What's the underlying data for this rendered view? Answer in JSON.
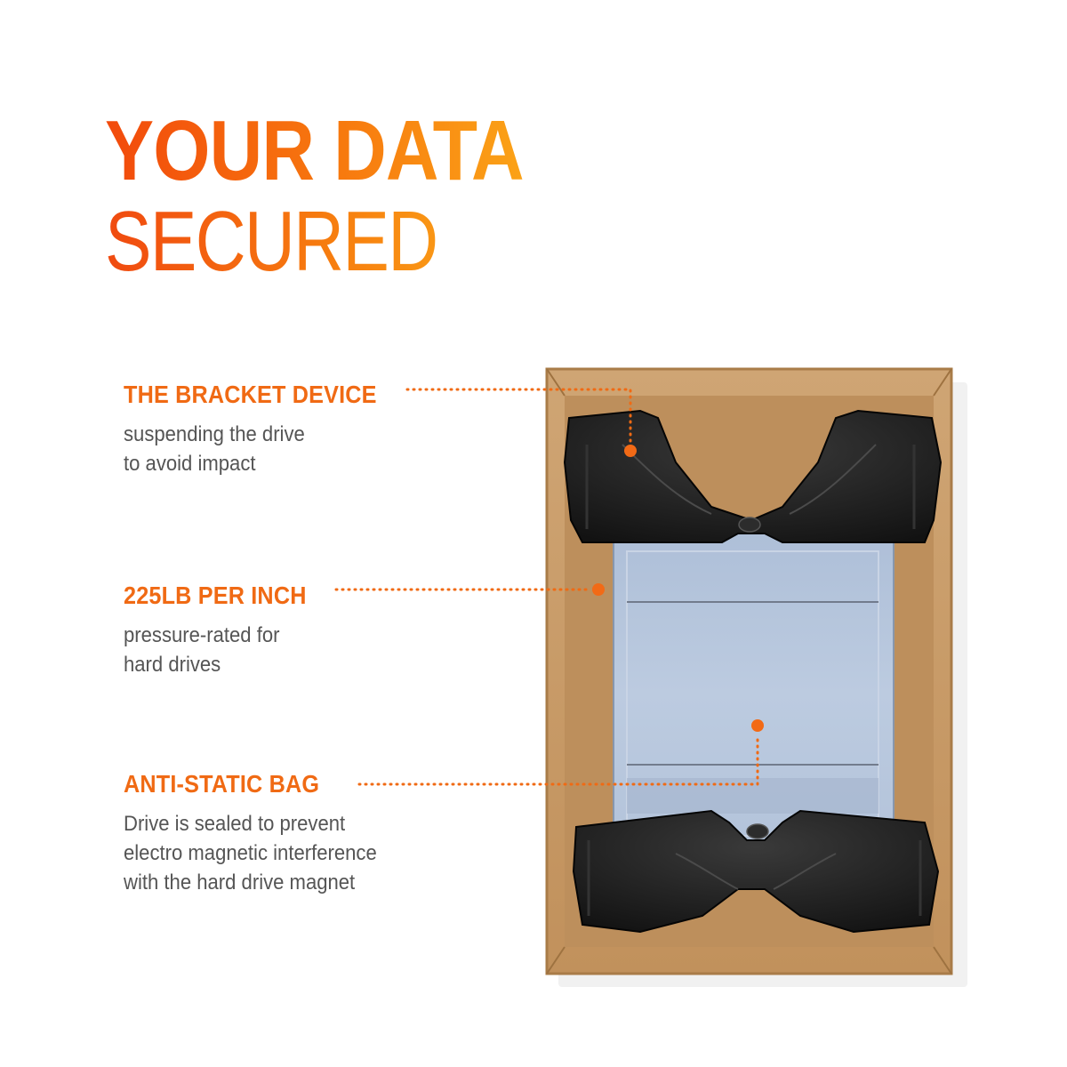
{
  "headline": {
    "line1": "YOUR DATA",
    "line2": "SECURED"
  },
  "features": [
    {
      "title": "THE BRACKET DEVICE",
      "desc_lines": [
        "suspending the drive",
        "to avoid impact"
      ]
    },
    {
      "title": "225LB PER INCH",
      "desc_lines": [
        "pressure-rated for",
        "hard drives"
      ]
    },
    {
      "title": "ANTI-STATIC BAG",
      "desc_lines": [
        "Drive is sealed  to prevent",
        "electro magnetic interference",
        "with the hard drive magnet"
      ]
    }
  ],
  "colors": {
    "accent": "#f06a14",
    "dot": "#f26a16",
    "text_gray": "#555555",
    "cardboard": "#c69a66",
    "bracket": "#1c1c1c",
    "drive": "#b6c6dc"
  }
}
